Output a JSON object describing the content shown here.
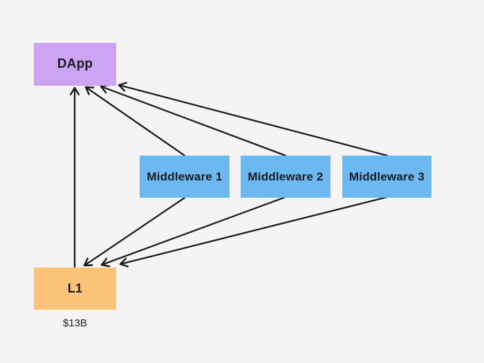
{
  "diagram": {
    "nodes": [
      {
        "id": "dapp",
        "label": "DApp",
        "color": "#cda4f4"
      },
      {
        "id": "middleware1",
        "label": "Middleware 1",
        "color": "#6cb8f0"
      },
      {
        "id": "middleware2",
        "label": "Middleware 2",
        "color": "#6cb8f0"
      },
      {
        "id": "middleware3",
        "label": "Middleware 3",
        "color": "#6cb8f0"
      },
      {
        "id": "l1",
        "label": "L1",
        "color": "#fbc379",
        "annotation": "$13B"
      }
    ],
    "edges": [
      {
        "from": "l1",
        "to": "dapp"
      },
      {
        "from": "middleware1",
        "to": "dapp"
      },
      {
        "from": "middleware2",
        "to": "dapp"
      },
      {
        "from": "middleware3",
        "to": "dapp"
      },
      {
        "from": "middleware1",
        "to": "l1"
      },
      {
        "from": "middleware2",
        "to": "l1"
      },
      {
        "from": "middleware3",
        "to": "l1"
      }
    ]
  },
  "colors": {
    "background": "#f5f4f2",
    "purple": "#cda4f4",
    "blue": "#6cb8f0",
    "orange": "#fbc379",
    "line": "#1b1b22",
    "ink": "#1c1b22"
  }
}
